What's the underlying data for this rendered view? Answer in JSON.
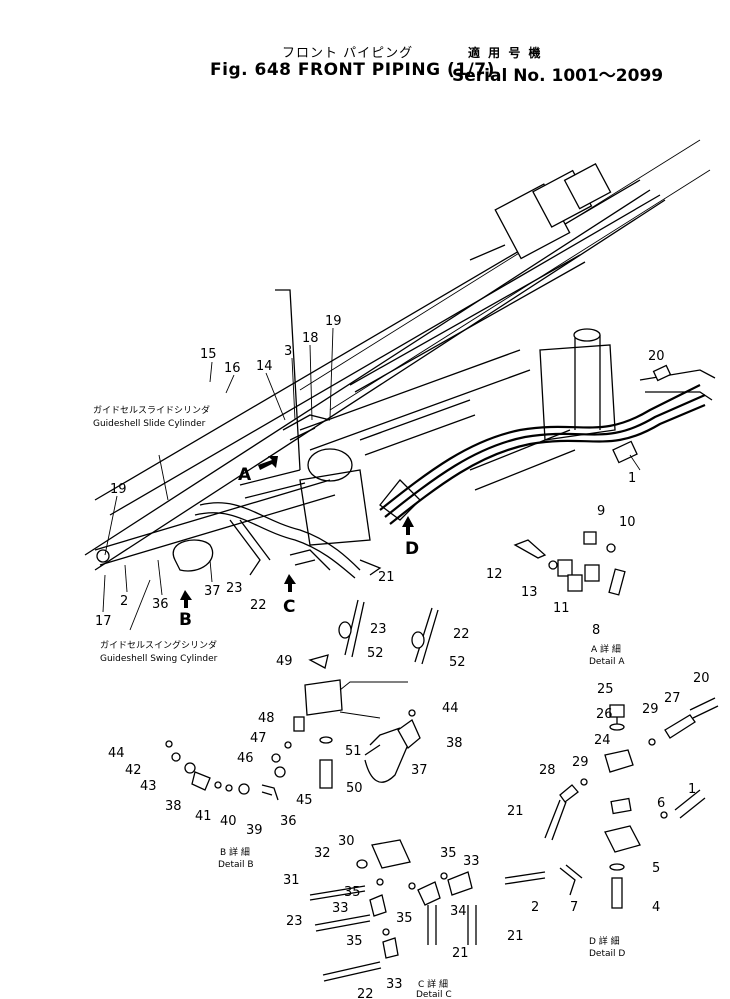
{
  "title": {
    "japanese": "フロント パイピング",
    "figure": "Fig. 648 FRONT PIPING (1/7)",
    "serial_japanese": "適 用 号 機",
    "serial": "Serial No. 1001～2099"
  },
  "annotations": {
    "slide_cyl_jp": "ガイドセルスライドシリンダ",
    "slide_cyl_en": "Guideshell Slide Cylinder",
    "swing_cyl_jp": "ガイドセルスイングシリンダ",
    "swing_cyl_en": "Guideshell Swing Cylinder"
  },
  "detail_arrows": [
    "A",
    "B",
    "C",
    "D"
  ],
  "details": {
    "a_jp": "A 詳 細",
    "a_en": "Detail A",
    "b_jp": "B 詳 細",
    "b_en": "Detail B",
    "c_jp": "C 詳 細",
    "c_en": "Detail C",
    "d_jp": "D 詳 細",
    "d_en": "Detail D"
  },
  "part_numbers": {
    "main": [
      "15",
      "16",
      "14",
      "3",
      "18",
      "19",
      "20",
      "1",
      "19",
      "17",
      "2",
      "36",
      "37",
      "23",
      "22",
      "21"
    ],
    "detail_a": [
      "9",
      "10",
      "12",
      "13",
      "11",
      "8"
    ],
    "center": [
      "23",
      "22",
      "52",
      "52",
      "49",
      "48",
      "44",
      "47",
      "51",
      "38",
      "46",
      "37",
      "50",
      "45",
      "36"
    ],
    "detail_b": [
      "44",
      "42",
      "43",
      "38",
      "41",
      "40",
      "39"
    ],
    "detail_d": [
      "25",
      "26",
      "29",
      "27",
      "20",
      "24",
      "29",
      "28",
      "21",
      "6",
      "1",
      "5",
      "4",
      "2",
      "7"
    ],
    "detail_c": [
      "30",
      "32",
      "35",
      "33",
      "31",
      "35",
      "33",
      "34",
      "23",
      "35",
      "21",
      "21",
      "35",
      "22",
      "33"
    ]
  }
}
